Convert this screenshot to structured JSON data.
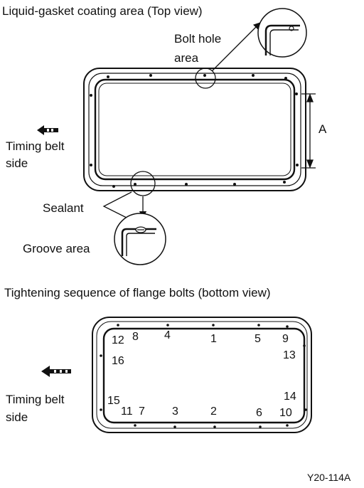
{
  "top_section": {
    "title": "Liquid-gasket coating area (Top view)",
    "bolt_hole_label_line1": "Bolt hole",
    "bolt_hole_label_line2": "area",
    "dimension_label": "A",
    "timing_belt_line1": "Timing belt",
    "timing_belt_line2": "side",
    "sealant_label": "Sealant",
    "groove_label": "Groove area"
  },
  "bottom_section": {
    "title": "Tightening sequence of flange bolts (bottom view)",
    "timing_belt_line1": "Timing belt",
    "timing_belt_line2": "side",
    "bolt_numbers": [
      "1",
      "2",
      "3",
      "4",
      "5",
      "6",
      "7",
      "8",
      "9",
      "10",
      "11",
      "12",
      "13",
      "14",
      "15",
      "16"
    ]
  },
  "figure_code": "Y20-114A"
}
